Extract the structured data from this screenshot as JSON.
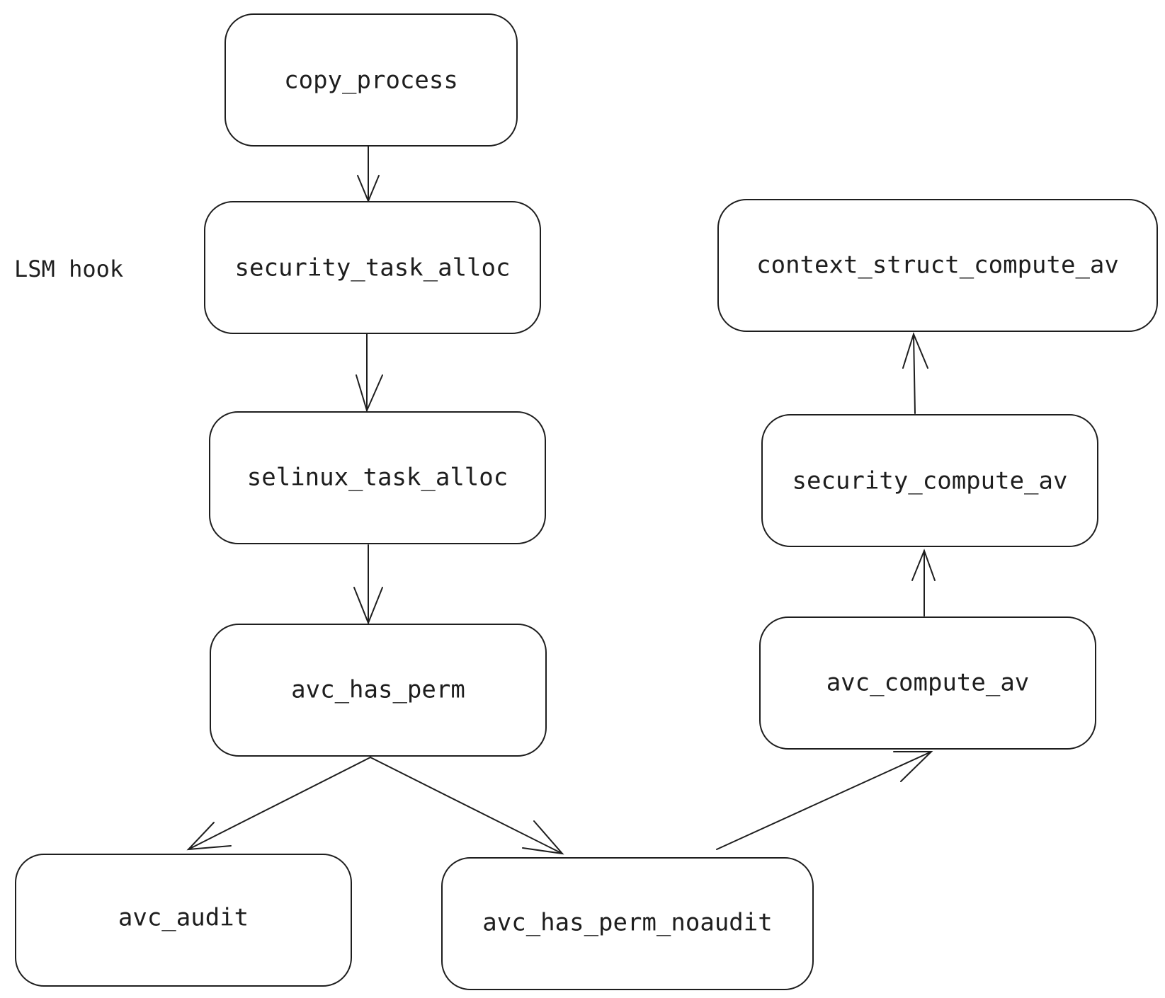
{
  "diagram": {
    "nodes": {
      "copy_process": "copy_process",
      "security_task_alloc": "security_task_alloc",
      "selinux_task_alloc": "selinux_task_alloc",
      "avc_has_perm": "avc_has_perm",
      "avc_audit": "avc_audit",
      "avc_has_perm_noaudit": "avc_has_perm_noaudit",
      "avc_compute_av": "avc_compute_av",
      "security_compute_av": "security_compute_av",
      "context_struct_compute_av": "context_struct_compute_av"
    },
    "annotation": "LSM hook",
    "edges": [
      {
        "from": "copy_process",
        "to": "security_task_alloc"
      },
      {
        "from": "security_task_alloc",
        "to": "selinux_task_alloc"
      },
      {
        "from": "selinux_task_alloc",
        "to": "avc_has_perm"
      },
      {
        "from": "avc_has_perm",
        "to": "avc_audit"
      },
      {
        "from": "avc_has_perm",
        "to": "avc_has_perm_noaudit"
      },
      {
        "from": "avc_has_perm_noaudit",
        "to": "avc_compute_av"
      },
      {
        "from": "avc_compute_av",
        "to": "security_compute_av"
      },
      {
        "from": "security_compute_av",
        "to": "context_struct_compute_av"
      }
    ],
    "stroke_color": "#1e1e1e",
    "background_color": "#ffffff"
  }
}
